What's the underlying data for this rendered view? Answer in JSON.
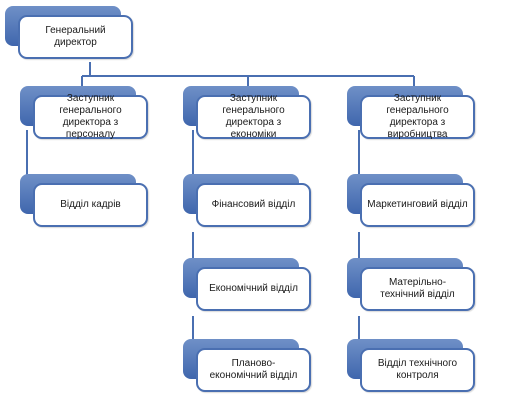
{
  "diagram": {
    "line_color": "#4a6fb1",
    "tab_color": "#5278bb",
    "nodes": {
      "ceo": "Генеральний директор",
      "deputy_personnel": "Заступник генерального директора з персоналу",
      "deputy_economics": "Заступник генерального директора з економіки",
      "deputy_production": "Заступник генерального директора з виробництва",
      "hr_department": "Відділ кадрів",
      "finance_department": "Фінансовий відділ",
      "economic_department": "Економічний відділ",
      "planning_economic_department": "Планово-економічний відділ",
      "marketing_department": "Маркетинговий відділ",
      "logistics_department": "Матерільно-технічний відділ",
      "technical_control_department": "Відділ технічного контроля"
    }
  }
}
